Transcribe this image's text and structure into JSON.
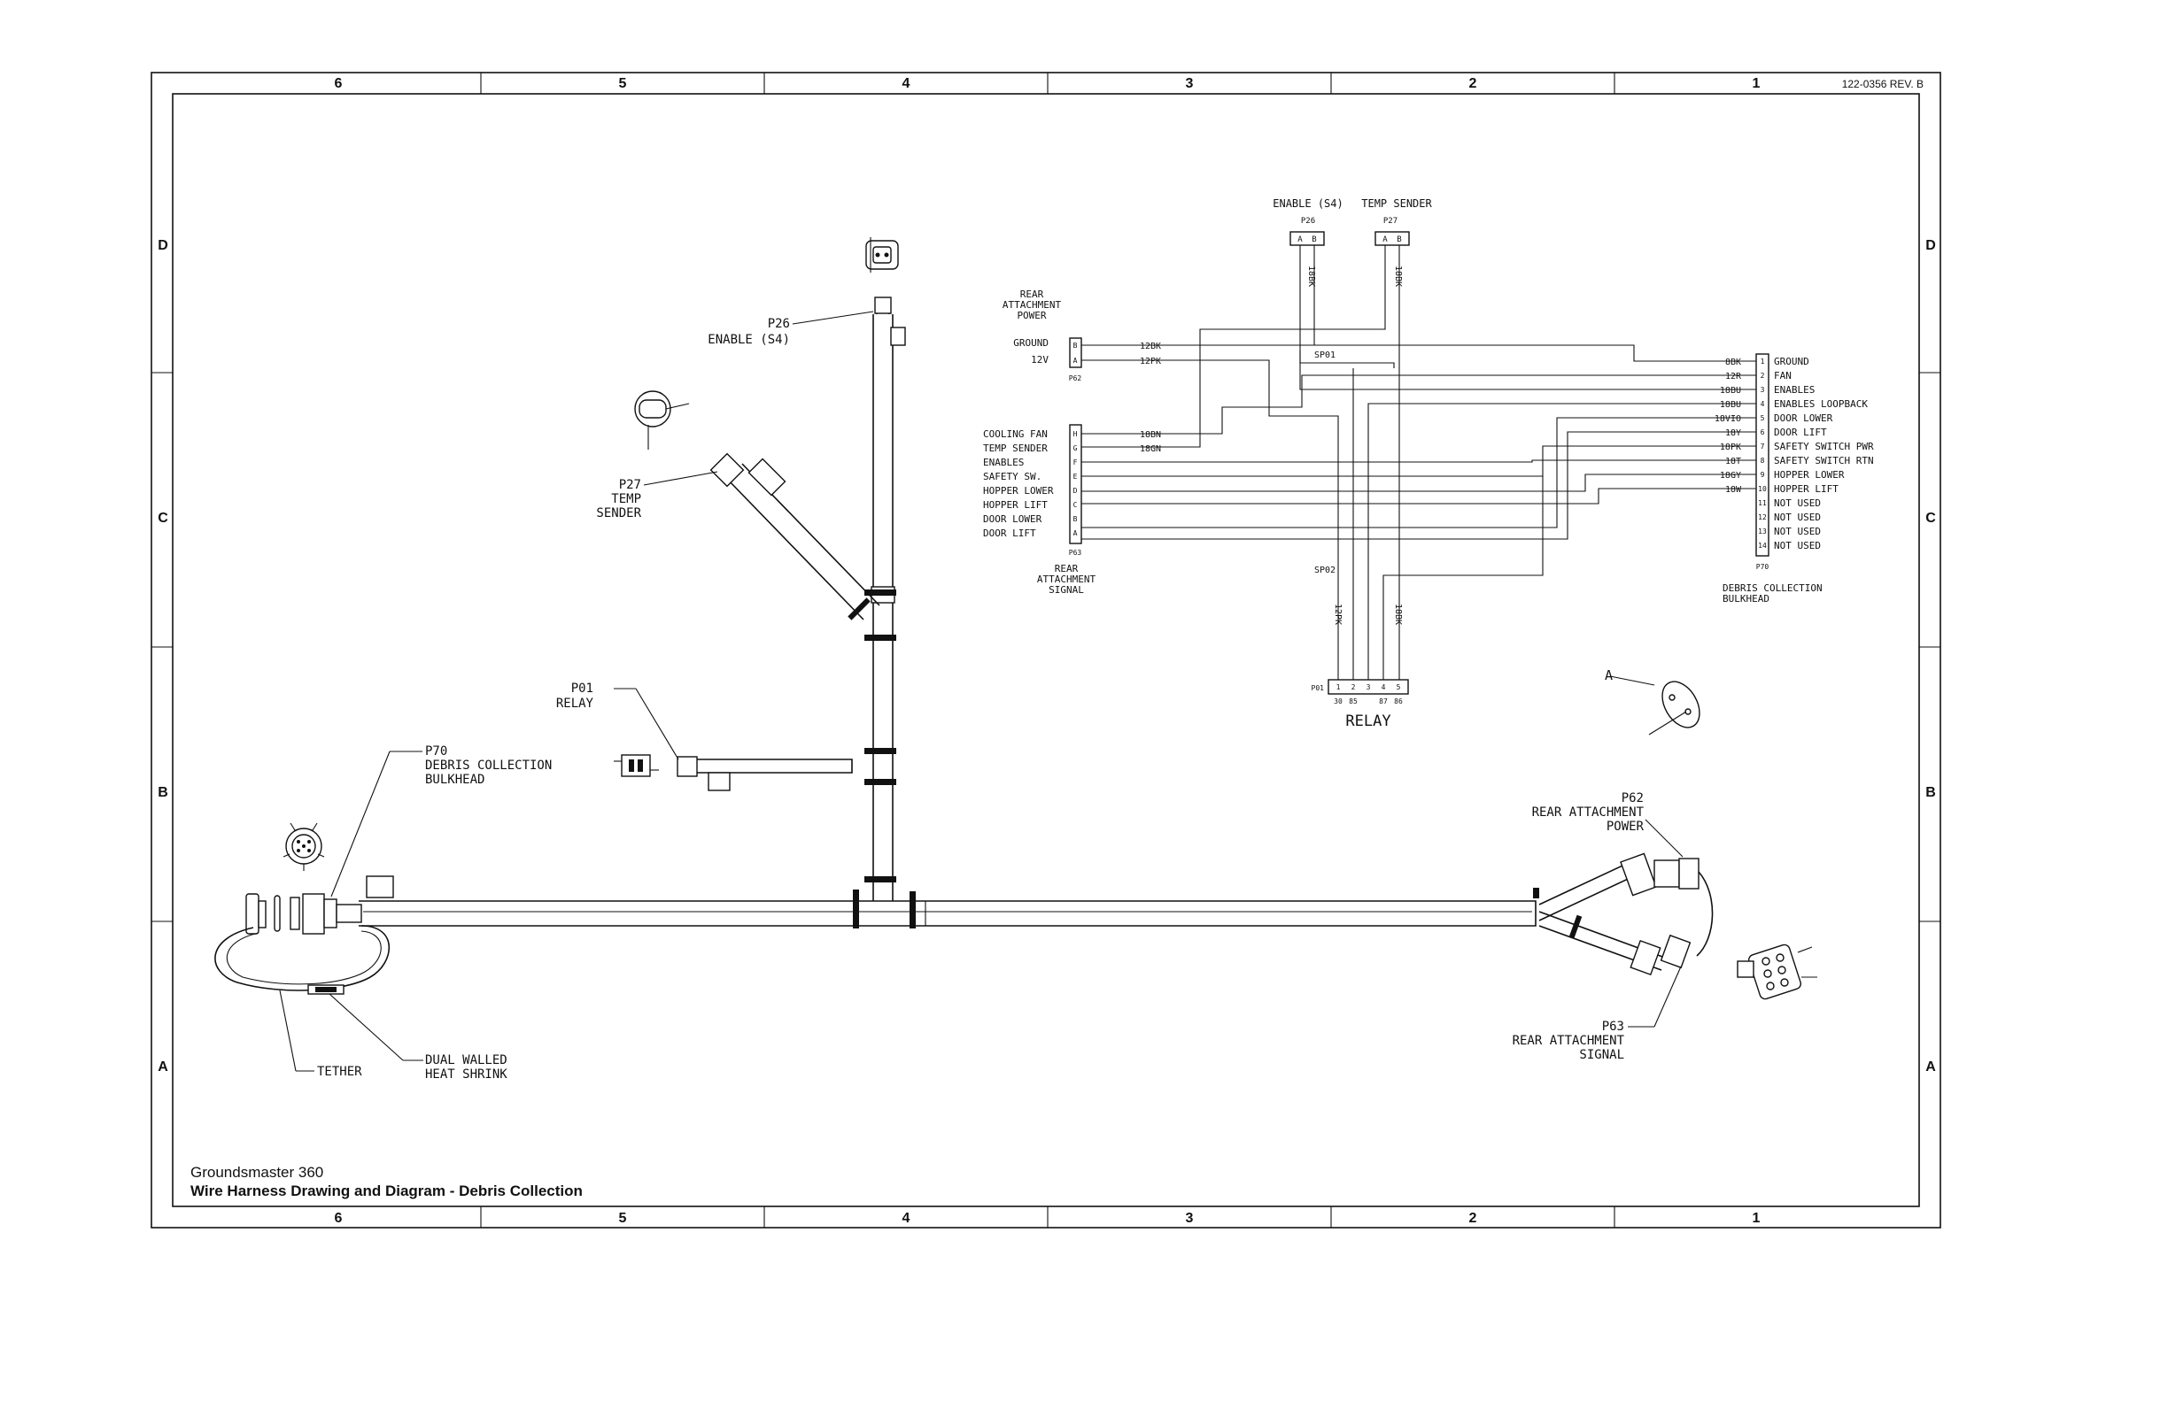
{
  "sheet": {
    "doc_number": "122-0356 REV. B",
    "columns": [
      "6",
      "5",
      "4",
      "3",
      "2",
      "1"
    ],
    "rows": [
      "D",
      "C",
      "B",
      "A"
    ],
    "title_line1": "Groundsmaster 360",
    "title_line2": "Wire Harness Drawing and Diagram -  Debris Collection"
  },
  "harness": {
    "p26": {
      "id": "P26",
      "name": "ENABLE (S4)"
    },
    "p27": {
      "id": "P27",
      "name1": "TEMP",
      "name2": "SENDER"
    },
    "p01": {
      "id": "P01",
      "name": "RELAY"
    },
    "p70": {
      "id": "P70",
      "name1": "DEBRIS COLLECTION",
      "name2": "BULKHEAD"
    },
    "p62": {
      "id": "P62",
      "name1": "REAR ATTACHMENT",
      "name2": "POWER"
    },
    "p63": {
      "id": "P63",
      "name1": "REAR ATTACHMENT",
      "name2": "SIGNAL"
    },
    "tether": "TETHER",
    "shrink1": "DUAL WALLED",
    "shrink2": "HEAT SHRINK",
    "detail_a": "A"
  },
  "schematic": {
    "p26": {
      "label": "ENABLE (S4)",
      "id": "P26",
      "pins": [
        "A",
        "B"
      ],
      "wire": "18BK"
    },
    "p27": {
      "label": "TEMP SENDER",
      "id": "P27",
      "pins": [
        "A",
        "B"
      ],
      "wire": "18BK"
    },
    "p62": {
      "title1": "REAR",
      "title2": "ATTACHMENT",
      "title3": "POWER",
      "id": "P62",
      "pins": [
        {
          "name": "GROUND",
          "pin": "B",
          "wire": "12BK"
        },
        {
          "name": "12V",
          "pin": "A",
          "wire": "12PK"
        }
      ]
    },
    "p63": {
      "id": "P63",
      "foot1": "REAR",
      "foot2": "ATTACHMENT",
      "foot3": "SIGNAL",
      "pins": [
        {
          "name": "COOLING FAN",
          "pin": "H",
          "wire": "18BN"
        },
        {
          "name": "TEMP SENDER",
          "pin": "G",
          "wire": "18GN"
        },
        {
          "name": "ENABLES",
          "pin": "F"
        },
        {
          "name": "SAFETY SW.",
          "pin": "E"
        },
        {
          "name": "HOPPER LOWER",
          "pin": "D"
        },
        {
          "name": "HOPPER LIFT",
          "pin": "C"
        },
        {
          "name": "DOOR LOWER",
          "pin": "B"
        },
        {
          "name": "DOOR LIFT",
          "pin": "A"
        }
      ]
    },
    "p70": {
      "id": "P70",
      "foot1": "DEBRIS COLLECTION",
      "foot2": "BULKHEAD",
      "pins": [
        {
          "pin": "1",
          "wire": "8BK",
          "name": "GROUND"
        },
        {
          "pin": "2",
          "wire": "12R",
          "name": "FAN"
        },
        {
          "pin": "3",
          "wire": "18BU",
          "name": "ENABLES"
        },
        {
          "pin": "4",
          "wire": "18BU",
          "name": "ENABLES LOOPBACK"
        },
        {
          "pin": "5",
          "wire": "18VIO",
          "name": "DOOR LOWER"
        },
        {
          "pin": "6",
          "wire": "18Y",
          "name": "DOOR LIFT"
        },
        {
          "pin": "7",
          "wire": "18PK",
          "name": "SAFETY SWITCH PWR"
        },
        {
          "pin": "8",
          "wire": "18T",
          "name": "SAFETY SWITCH RTN"
        },
        {
          "pin": "9",
          "wire": "18GY",
          "name": "HOPPER LOWER"
        },
        {
          "pin": "10",
          "wire": "18W",
          "name": "HOPPER LIFT"
        },
        {
          "pin": "11",
          "wire": "",
          "name": "NOT USED"
        },
        {
          "pin": "12",
          "wire": "",
          "name": "NOT USED"
        },
        {
          "pin": "13",
          "wire": "",
          "name": "NOT USED"
        },
        {
          "pin": "14",
          "wire": "",
          "name": "NOT USED"
        }
      ]
    },
    "relay": {
      "id": "P01",
      "label": "RELAY",
      "pins": [
        "1",
        "2",
        "3",
        "4",
        "5"
      ],
      "terminals": [
        "30",
        "85",
        "87",
        "86"
      ],
      "wire_a": "12PK",
      "wire_b": "18BK"
    },
    "splices": [
      "SP01",
      "SP02"
    ]
  },
  "colors": {
    "ink": "#111111",
    "paper": "#ffffff"
  }
}
